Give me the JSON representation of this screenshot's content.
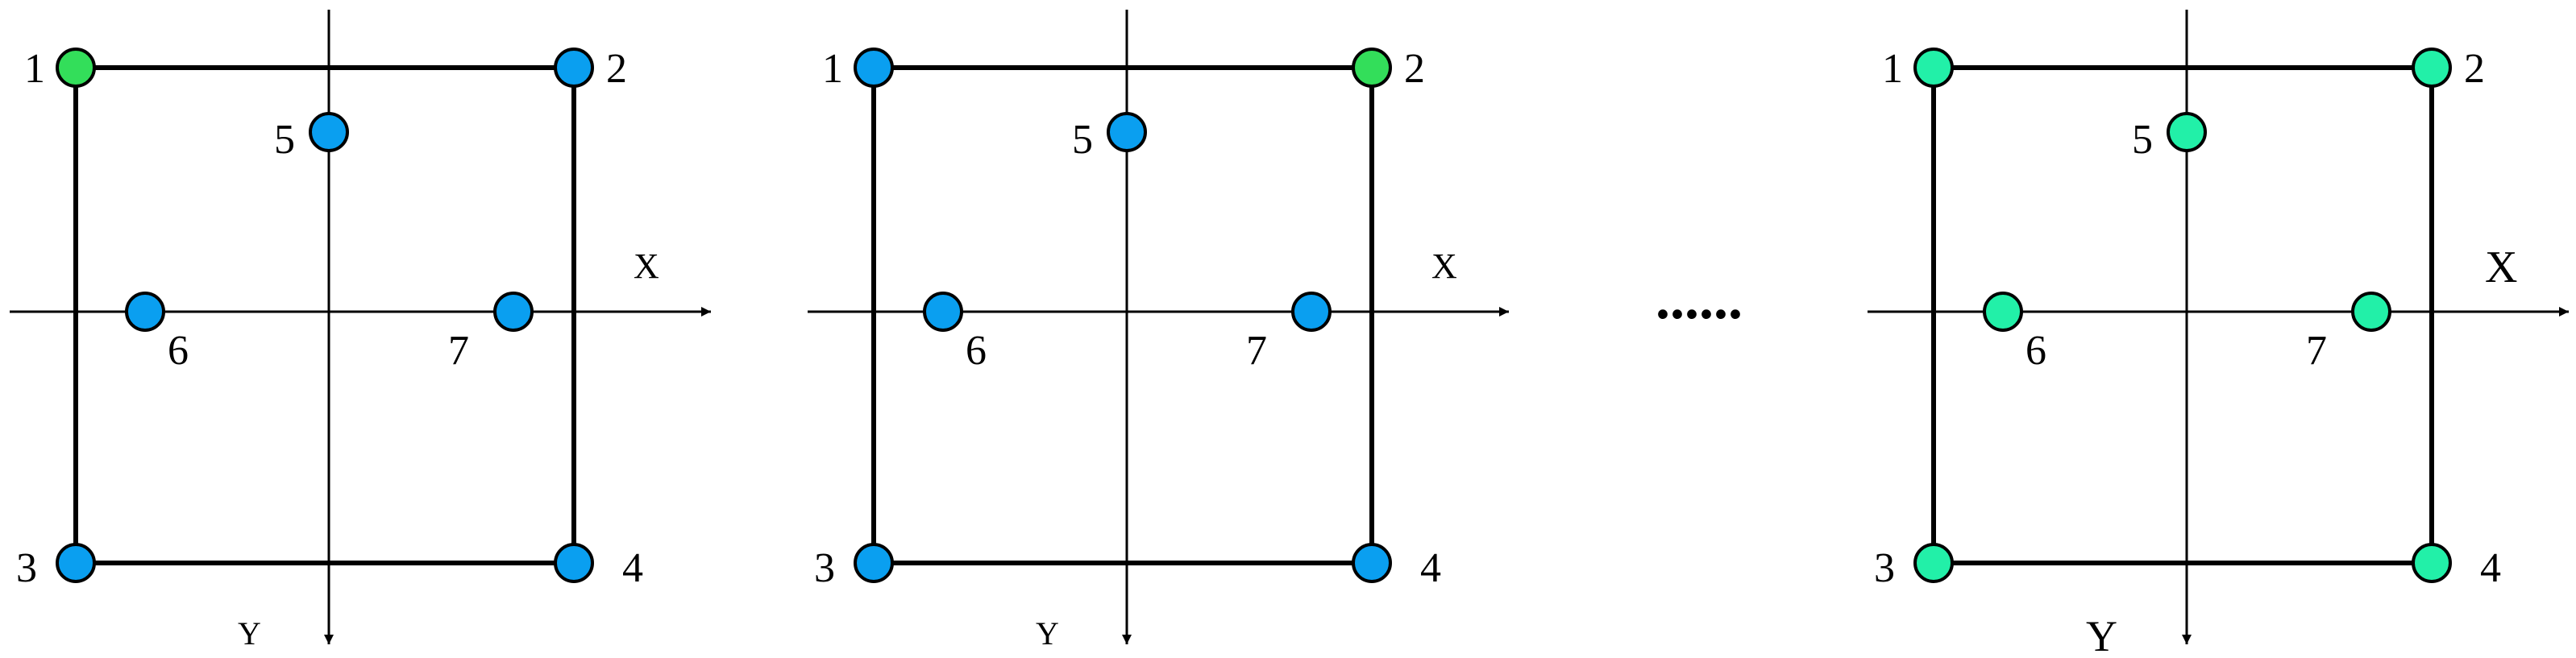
{
  "colors": {
    "blue": "#0a9ff0",
    "green": "#33de5a",
    "teal": "#22f0a8",
    "line": "#000000"
  },
  "ellipsis": "......",
  "panels": [
    {
      "axis_x_label": "X",
      "axis_y_label": "Y",
      "nodes": [
        {
          "id": "1",
          "label": "1",
          "color": "green"
        },
        {
          "id": "2",
          "label": "2",
          "color": "blue"
        },
        {
          "id": "3",
          "label": "3",
          "color": "blue"
        },
        {
          "id": "4",
          "label": "4",
          "color": "blue"
        },
        {
          "id": "5",
          "label": "5",
          "color": "blue"
        },
        {
          "id": "6",
          "label": "6",
          "color": "blue"
        },
        {
          "id": "7",
          "label": "7",
          "color": "blue"
        }
      ]
    },
    {
      "axis_x_label": "X",
      "axis_y_label": "Y",
      "nodes": [
        {
          "id": "1",
          "label": "1",
          "color": "blue"
        },
        {
          "id": "2",
          "label": "2",
          "color": "green"
        },
        {
          "id": "3",
          "label": "3",
          "color": "blue"
        },
        {
          "id": "4",
          "label": "4",
          "color": "blue"
        },
        {
          "id": "5",
          "label": "5",
          "color": "blue"
        },
        {
          "id": "6",
          "label": "6",
          "color": "blue"
        },
        {
          "id": "7",
          "label": "7",
          "color": "blue"
        }
      ]
    },
    {
      "axis_x_label": "X",
      "axis_y_label": "Y",
      "nodes": [
        {
          "id": "1",
          "label": "1",
          "color": "teal"
        },
        {
          "id": "2",
          "label": "2",
          "color": "teal"
        },
        {
          "id": "3",
          "label": "3",
          "color": "teal"
        },
        {
          "id": "4",
          "label": "4",
          "color": "teal"
        },
        {
          "id": "5",
          "label": "5",
          "color": "teal"
        },
        {
          "id": "6",
          "label": "6",
          "color": "teal"
        },
        {
          "id": "7",
          "label": "7",
          "color": "teal"
        }
      ]
    }
  ]
}
